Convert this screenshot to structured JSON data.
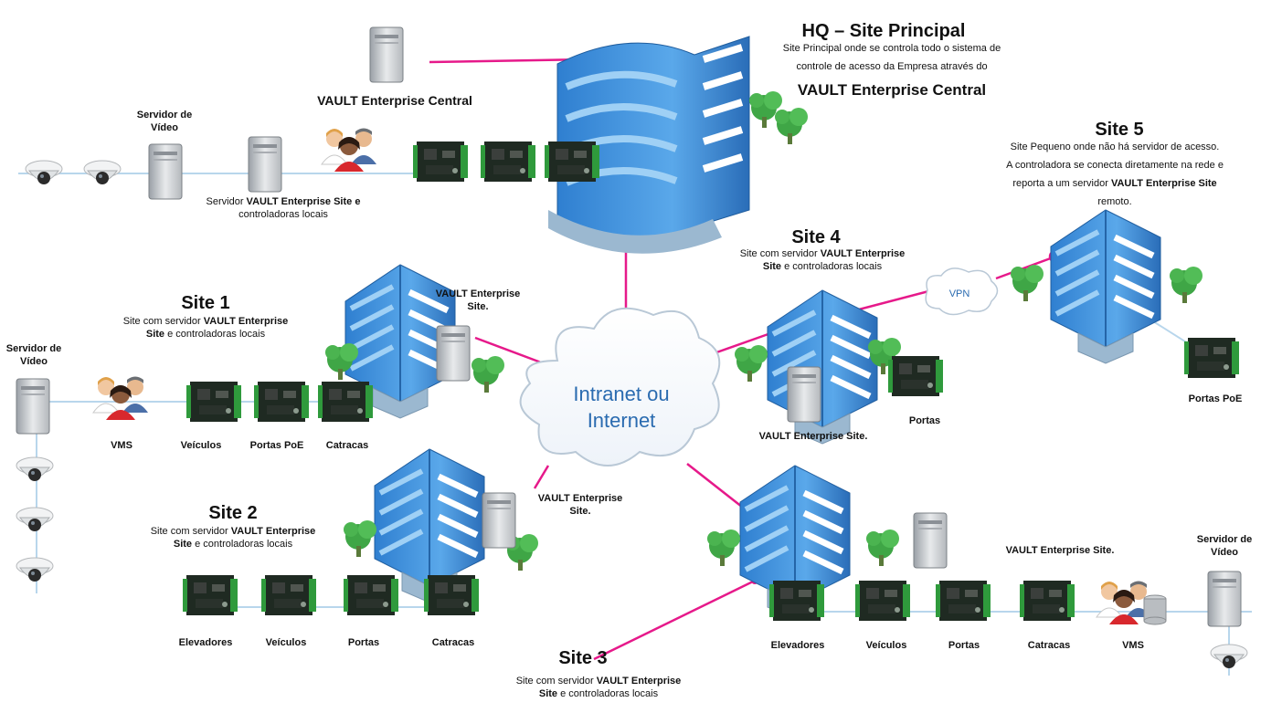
{
  "colors": {
    "link": "#e6198a",
    "net_line": "#b8d6ec",
    "building": "#3b8ed6",
    "cloud_text": "#2a6bb0"
  },
  "hq": {
    "title": "HQ – Site Principal",
    "desc_line1": "Site Principal onde se controla todo o sistema de",
    "desc_line2": "controle de acesso da Empresa através do",
    "desc_line3": "VAULT Enterprise Central",
    "server_label": "VAULT Enterprise Central",
    "video_server": "Servidor de Vídeo",
    "local_prefix": "Servidor",
    "local_bold": "VAULT Enterprise Site",
    "local_suffix": "e",
    "local_line2": "controladoras locais"
  },
  "cloud": {
    "line1": "Intranet ou",
    "line2": "Internet",
    "vpn": "VPN"
  },
  "site1": {
    "title": "Site 1",
    "desc_pre": "Site com servidor",
    "desc_bold1": "VAULT Enterprise",
    "desc_bold2": "Site",
    "desc_post": "e controladoras locais",
    "server_label": "VAULT Enterprise Site.",
    "video_server": "Servidor de Vídeo",
    "items": [
      "VMS",
      "Veículos",
      "Portas PoE",
      "Catracas"
    ]
  },
  "site2": {
    "title": "Site 2",
    "desc_pre": "Site com servidor",
    "desc_bold1": "VAULT Enterprise",
    "desc_bold2": "Site",
    "desc_post": "e controladoras locais",
    "server_label": "VAULT Enterprise Site.",
    "items": [
      "Elevadores",
      "Veículos",
      "Portas",
      "Catracas"
    ]
  },
  "site3": {
    "title": "Site 3",
    "desc_pre": "Site com servidor",
    "desc_bold1": "VAULT Enterprise",
    "desc_bold2": "Site",
    "desc_post": "e controladoras locais",
    "server_label": "VAULT Enterprise Site.",
    "video_server": "Servidor de Vídeo",
    "items": [
      "Elevadores",
      "Veículos",
      "Portas",
      "Catracas",
      "VMS"
    ]
  },
  "site4": {
    "title": "Site 4",
    "desc_pre": "Site com servidor",
    "desc_bold1": "VAULT Enterprise",
    "desc_bold2": "Site",
    "desc_post": "e controladoras locais",
    "server_label": "VAULT Enterprise Site.",
    "doors": "Portas"
  },
  "site5": {
    "title": "Site 5",
    "desc_line1": "Site Pequeno onde não há servidor de acesso.",
    "desc_line2": "A controladora se conecta diretamente na rede e",
    "desc_pre3": "reporta a um servidor",
    "desc_bold3": "VAULT Enterprise Site",
    "desc_line4": "remoto.",
    "doors": "Portas PoE"
  }
}
